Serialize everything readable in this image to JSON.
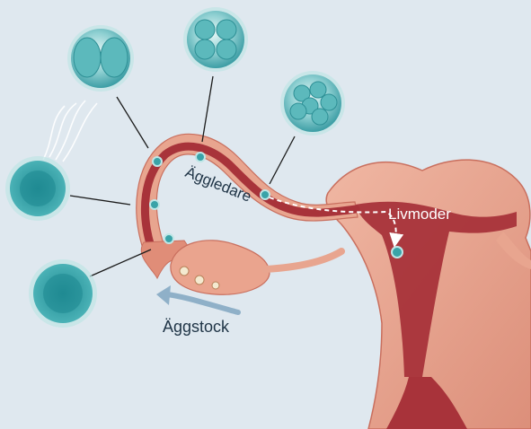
{
  "labels": {
    "fallopian_tube": "Äggledare",
    "uterus": "Livmoder",
    "ovary": "Äggstock"
  },
  "colors": {
    "background": "#dfe8ef",
    "tissue": "#e8a58f",
    "tissue_dark": "#b6534a",
    "tube_lumen": "#a8333a",
    "cell": "#3aa3a8",
    "cell_light": "#bfe6e6",
    "leader_line": "#1b1b1b",
    "label_dark": "#1f3446",
    "label_light": "#ffffff",
    "arrow": "#8fb0c8"
  },
  "stages": [
    {
      "id": "single-cell",
      "depiction": "unfertilized egg"
    },
    {
      "id": "fertilization",
      "depiction": "egg with sperm"
    },
    {
      "id": "two-cell",
      "depiction": "2-cell embryo"
    },
    {
      "id": "four-cell",
      "depiction": "4-cell embryo"
    },
    {
      "id": "morula",
      "depiction": "multi-cell embryo"
    }
  ]
}
